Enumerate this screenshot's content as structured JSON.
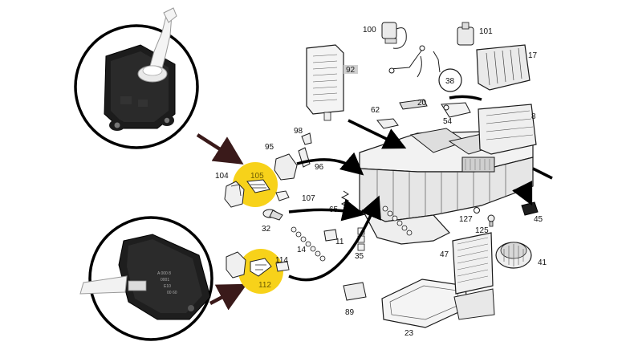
{
  "colors": {
    "highlight": "#f7d21a",
    "outline": "#1a1a1a",
    "fill_light": "#f2f2f2",
    "fill_mid": "#d9d9d9",
    "photo_dark": "#1c1c1c",
    "label_box": "#cfcfcf"
  },
  "insets": {
    "top": {
      "icon": "actuator-motor-photo-icon"
    },
    "bottom": {
      "icon": "actuator-motor-photo-icon",
      "printed_text": [
        "A 000 8",
        "0001",
        "E10",
        "00 60"
      ]
    }
  },
  "highlights": {
    "upper": {
      "labels": [
        "105"
      ]
    },
    "lower": {
      "labels": [
        "112"
      ]
    }
  },
  "part_numbers": {
    "p100": "100",
    "p101": "101",
    "p17": "17",
    "p92": "92",
    "p38": "38",
    "p20": "20",
    "p62": "62",
    "p54": "54",
    "p8": "8",
    "p98": "98",
    "p95": "95",
    "p96": "96",
    "p104": "104",
    "p107": "107",
    "p65": "65",
    "p32": "32",
    "p14": "14",
    "p11": "11",
    "p35": "35",
    "p114": "114",
    "p127": "127",
    "p125": "125",
    "p45": "45",
    "p47": "47",
    "p41": "41",
    "p89": "89",
    "p23": "23"
  }
}
